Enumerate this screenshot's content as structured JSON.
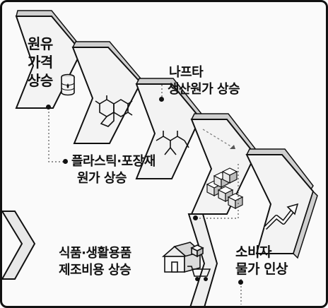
{
  "diagram": {
    "steps": [
      {
        "id": "crude-oil",
        "lines": [
          "원유",
          "가격",
          "상승"
        ],
        "icon": "oil-barrel-icon"
      },
      {
        "id": "naphtha",
        "lines": [
          "나프타",
          "생산원가 상승"
        ],
        "icon": "molecule-icon"
      },
      {
        "id": "plastic-packaging",
        "lines": [
          "플라스틱·포장재",
          "원가 상승"
        ],
        "icon": "polymer-icon"
      },
      {
        "id": "food-household",
        "lines": [
          "식품·생활용품",
          "제조비용 상승"
        ],
        "icon": "house-cart-icon"
      },
      {
        "id": "consumer-prices",
        "lines": [
          "소비자",
          "물가 인상"
        ],
        "icon": "rising-arrow-icon"
      }
    ],
    "colors": {
      "ink": "#111111",
      "paper": "#fafafa",
      "panel": "#f1f1f1",
      "panel_side": "#d6d6d6"
    }
  }
}
